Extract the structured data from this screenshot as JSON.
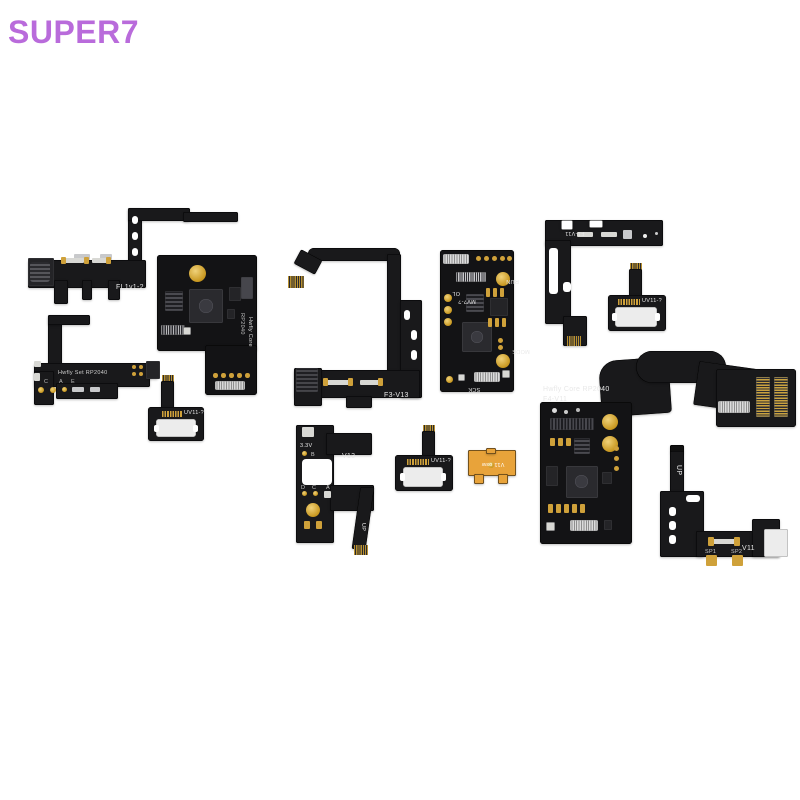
{
  "image": {
    "background_color": "#ffffff",
    "subject": "nintendo-switch-modchip-flex-cable-kit"
  },
  "watermark": {
    "text": "SUPER7",
    "color": "#b45fd8"
  },
  "palette": {
    "pcb_black": "#1b1b1d",
    "pcb_board": "#131315",
    "gold_pad": "#cfa13a",
    "solder_gold": "#d4a017",
    "orange_flex": "#e8a33a",
    "white_connector": "#ececec",
    "silk_white": "#e8e8e8"
  },
  "parts": [
    {
      "id": "fl1v1-2-flex",
      "name": "FL1v1-2 flex cable",
      "label": "FL1v1-2"
    },
    {
      "id": "hwfly-set-rp2040-flex",
      "name": "Hwfly Set RP2040 flex cable",
      "label": "Hwfly Set RP2040"
    },
    {
      "id": "hwfly-core-board-left",
      "name": "Hwfly Core RP2040 modchip board",
      "label": "Hwfly Core",
      "label2": "RP2040"
    },
    {
      "id": "uv11-adapter-left",
      "name": "UV11 connector adapter",
      "label": "UV11-?"
    },
    {
      "id": "f3-v13-flex",
      "name": "F3-V13 flex cable",
      "label": "F3-V13"
    },
    {
      "id": "v13-flex",
      "name": "V13 flex cable",
      "label": "V13",
      "voltage_label": "3.3V",
      "direction_label": "UP",
      "pads": [
        "D",
        "C",
        "B",
        "A"
      ]
    },
    {
      "id": "uv11-adapter-mid",
      "name": "UV11 connector adapter mid",
      "label": "UV11-?"
    },
    {
      "id": "orange-v11-flex",
      "name": "V11 oled orange flex adapter",
      "label": "V11 osw"
    },
    {
      "id": "rp2040-board-center",
      "name": "RP2040 modchip board center",
      "label_run": "RUN",
      "label_ol": "OL",
      "label_mv": "MV?-?",
      "label_mode": "MODE",
      "label_sck": "SCK"
    },
    {
      "id": "f1-v11-flex",
      "name": "F1-V11 flex cable",
      "label": "F1-V11"
    },
    {
      "id": "uv11-adapter-right",
      "name": "UV11 connector adapter right",
      "label": "UV11-?"
    },
    {
      "id": "hwfly-core-rp2040-f4-v11",
      "name": "Hwfly Core RP2040 F4-V11 board",
      "label_line1": "Hwfly Core RP2040",
      "label_line2": "F4-V11"
    },
    {
      "id": "v11-flex",
      "name": "V11 flex cable",
      "label": "V11",
      "direction_label": "UP",
      "solder_points": [
        "SP1",
        "SP2"
      ]
    },
    {
      "id": "ribbon-connector-board",
      "name": "Ribbon cable FPC connector board",
      "label": ""
    }
  ]
}
